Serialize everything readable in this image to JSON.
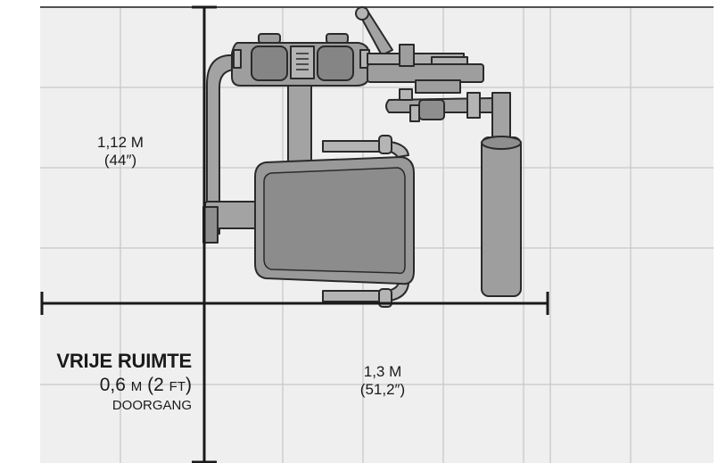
{
  "dimensions": {
    "width_value": "1,3 M",
    "width_imperial": "(51,2″)",
    "depth_value": "1,12 M",
    "depth_imperial": "(44″)"
  },
  "clearance": {
    "title": "VRIJE RUIMTE",
    "value_num": "0,6",
    "value_unit": "M",
    "value_paren_open": "(2",
    "value_paren_unit": "FT",
    "value_paren_close": ")",
    "note": "DOORGANG"
  },
  "colors": {
    "grid_line": "#c8c8c8",
    "grid_fill": "#efefef",
    "frame": "#9a9a9a",
    "seat": "#8c8c8c",
    "outline": "#2a2a2a",
    "dimension_line": "#1a1a1a"
  }
}
